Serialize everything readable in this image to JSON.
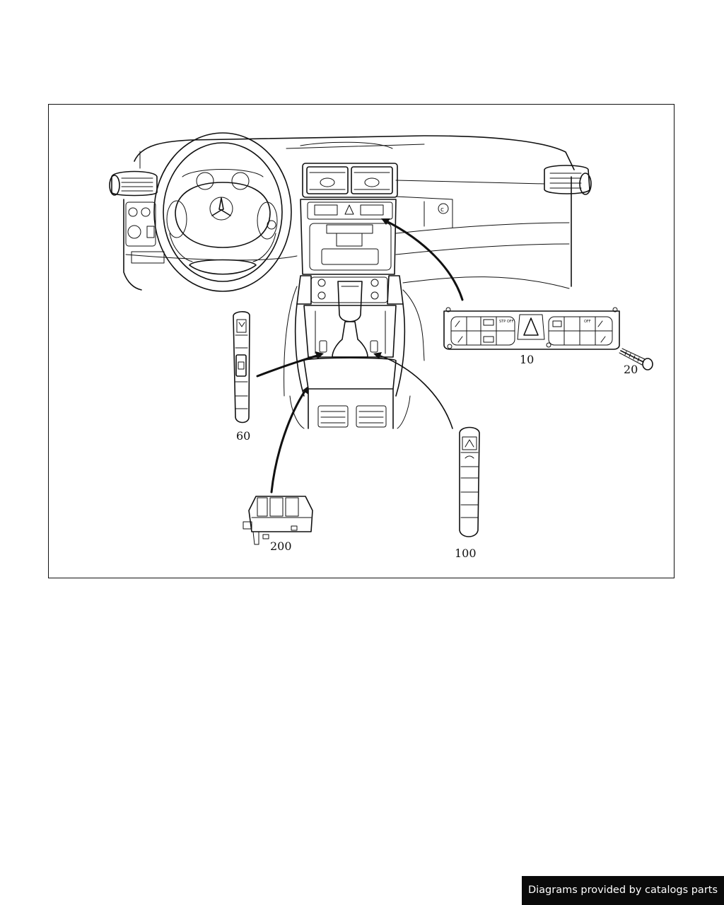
{
  "diagram": {
    "part_labels": {
      "p10": "10",
      "p20": "20",
      "p60": "60",
      "p100": "100",
      "p200": "200"
    },
    "switch_text": {
      "stp_off": "STP OFF",
      "off": "OFF"
    },
    "colors": {
      "line": "#111111",
      "background": "#ffffff"
    }
  },
  "footer": {
    "credit": "Diagrams provided by catalogs parts",
    "background": "#0a0a0a",
    "text_color": "#ffffff"
  }
}
